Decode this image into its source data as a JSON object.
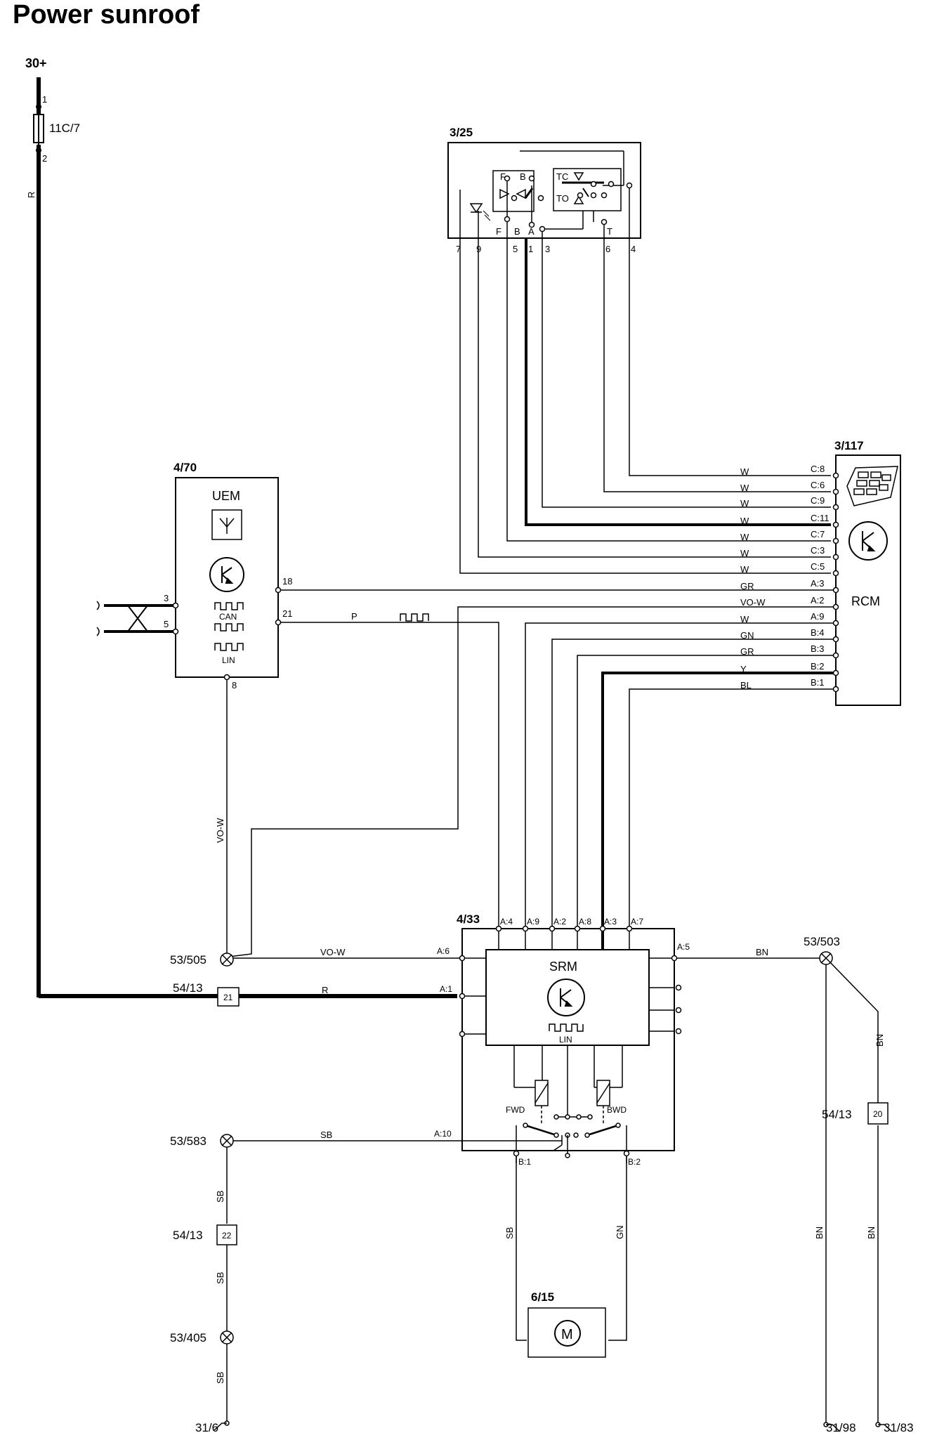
{
  "title": "Power sunroof",
  "supply": {
    "label": "30+",
    "fuse": "11C/7",
    "fuse_pin_in": "1",
    "fuse_pin_out": "2",
    "wire_color": "R"
  },
  "switch_3_25": {
    "id": "3/25",
    "inner_labels": {
      "F": "F",
      "B": "B",
      "TC": "TC",
      "TO": "TO",
      "lower_F": "F",
      "lower_B": "B",
      "lower_A": "A",
      "lower_T": "T"
    },
    "pins": [
      "7",
      "9",
      "5",
      "1",
      "3",
      "6",
      "4"
    ]
  },
  "rcm": {
    "id": "3/117",
    "name": "RCM",
    "connections": [
      {
        "pin": "C:8",
        "wire": "W"
      },
      {
        "pin": "C:6",
        "wire": "W"
      },
      {
        "pin": "C:9",
        "wire": "W"
      },
      {
        "pin": "C:11",
        "wire": "W"
      },
      {
        "pin": "C:7",
        "wire": "W"
      },
      {
        "pin": "C:3",
        "wire": "W"
      },
      {
        "pin": "C:5",
        "wire": "W"
      },
      {
        "pin": "A:3",
        "wire": "GR"
      },
      {
        "pin": "A:2",
        "wire": "VO-W"
      },
      {
        "pin": "A:9",
        "wire": "W"
      },
      {
        "pin": "B:4",
        "wire": "GN"
      },
      {
        "pin": "B:3",
        "wire": "GR"
      },
      {
        "pin": "B:2",
        "wire": "Y"
      },
      {
        "pin": "B:1",
        "wire": "BL"
      }
    ]
  },
  "uem": {
    "id": "4/70",
    "name": "UEM",
    "can_label": "CAN",
    "lin_label": "LIN",
    "pins": {
      "can_a": "3",
      "can_b": "5",
      "p18": "18",
      "p21": "21",
      "p8": "8"
    },
    "wire_21": "P"
  },
  "srm": {
    "id": "4/33",
    "name": "SRM",
    "lin_label": "LIN",
    "top_pins": [
      "A:4",
      "A:9",
      "A:2",
      "A:8",
      "A:3",
      "A:7"
    ],
    "pin_a5": "A:5",
    "pin_a6": "A:6",
    "pin_a1": "A:1",
    "pin_a10": "A:10",
    "pin_b1": "B:1",
    "pin_b2": "B:2",
    "fwd": "FWD",
    "bwd": "BWD"
  },
  "motor": {
    "id": "6/15",
    "symbol": "M"
  },
  "splices": {
    "s505": "53/505",
    "s503": "53/503",
    "s583": "53/583",
    "s405": "53/405"
  },
  "connectors": {
    "c21": {
      "id": "54/13",
      "pin": "21"
    },
    "c20": {
      "id": "54/13",
      "pin": "20"
    },
    "c22": {
      "id": "54/13",
      "pin": "22"
    }
  },
  "wires": {
    "vo_w_vertical": "VO-W",
    "vo_w_a6": "VO-W",
    "r_a1": "R",
    "bn_a5": "BN",
    "bn_diag": "BN",
    "sb_a10": "SB",
    "sb_1": "SB",
    "sb_2": "SB",
    "sb_3": "SB",
    "sb_motor": "SB",
    "gn_motor": "GN",
    "bn_left": "BN",
    "bn_right": "BN"
  },
  "grounds": [
    "31/6",
    "31/98",
    "31/83"
  ]
}
